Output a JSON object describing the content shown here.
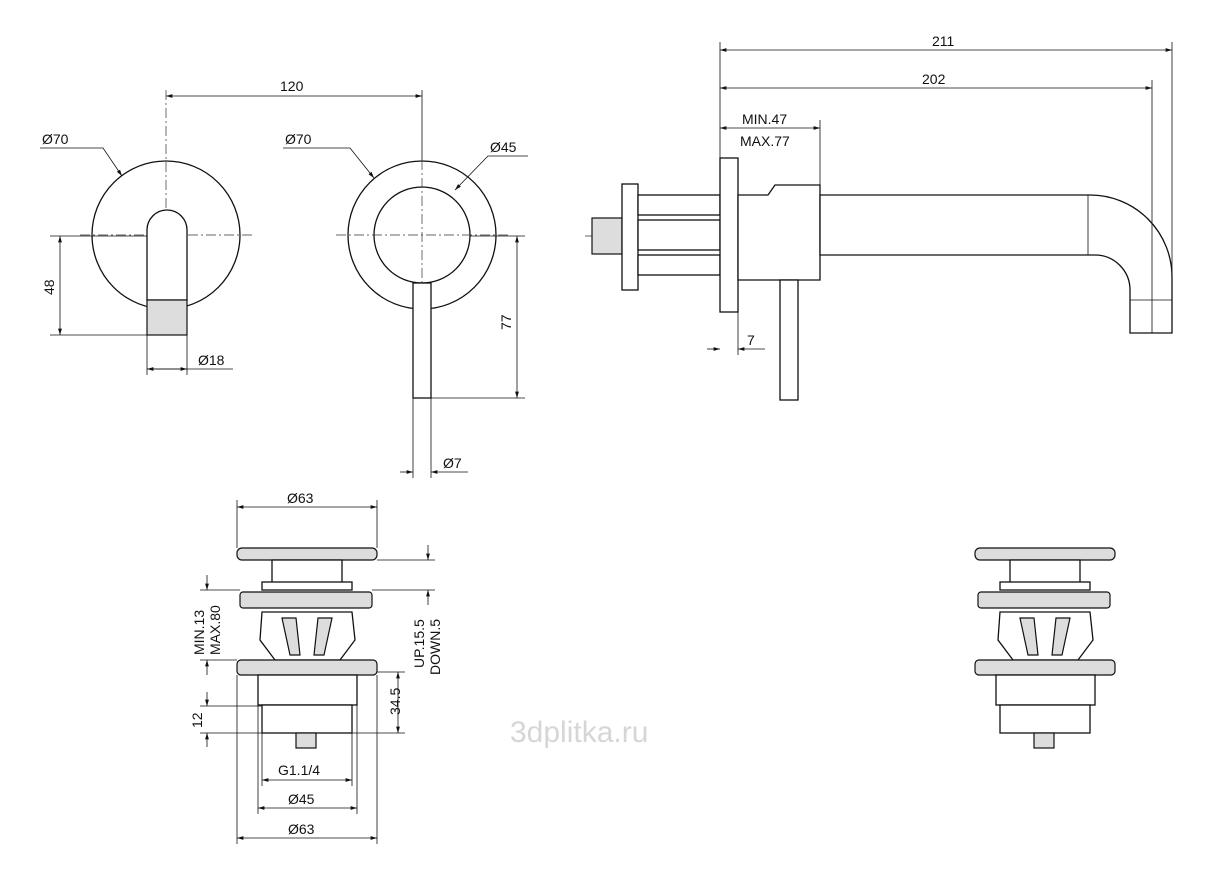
{
  "watermark": "3dplitka.ru",
  "front_view_mixer": {
    "plate_diameter": "Ø70",
    "height_to_lever_tip": "48",
    "lever_diameter": "Ø18"
  },
  "centre_distance": "120",
  "front_view_spout": {
    "plate_diameter": "Ø70",
    "inner_diameter": "Ø45",
    "lever_length": "77",
    "lever_diameter": "Ø7"
  },
  "side_view": {
    "total_projection": "211",
    "spout_projection": "202",
    "wall_depth_min": "MIN.47",
    "wall_depth_max": "MAX.77",
    "plate_thickness": "7"
  },
  "waste_valve": {
    "cap_diameter": "Ø63",
    "basin_thickness_min": "MIN.13",
    "basin_thickness_max": "MAX.80",
    "stroke_up": "UP.15.5",
    "stroke_down": "DOWN.5",
    "body_height": "34.5",
    "thread_length": "12",
    "thread": "G1.1/4",
    "body_diameter": "Ø45",
    "flange_diameter": "Ø63"
  }
}
